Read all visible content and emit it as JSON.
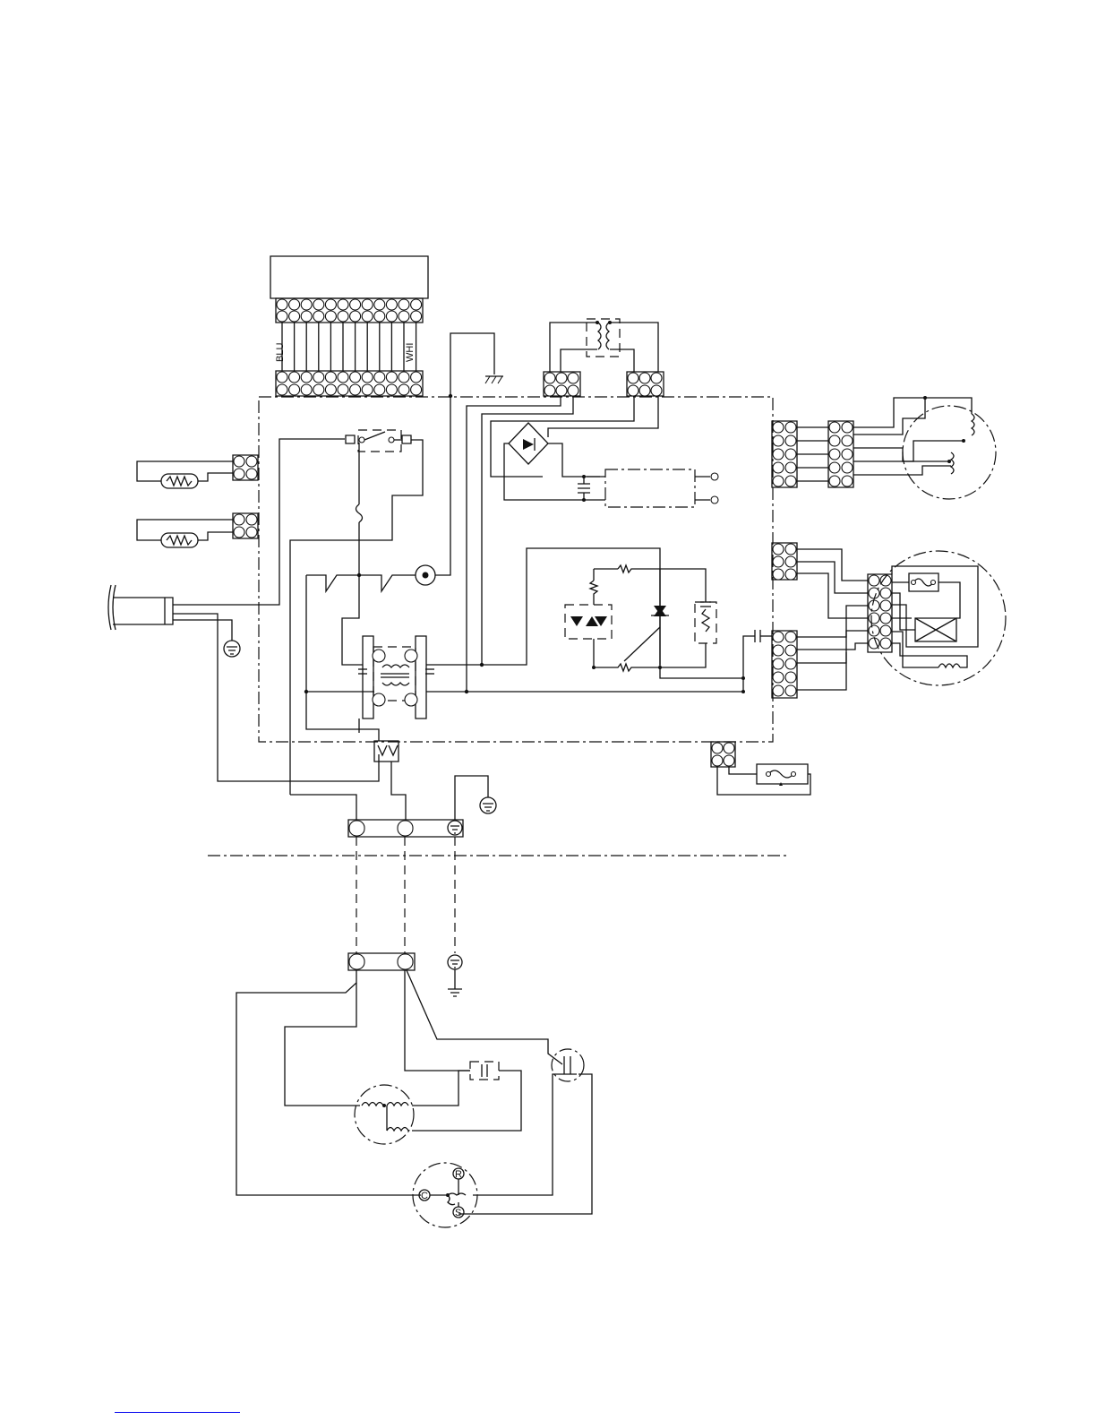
{
  "labels": {
    "wire_blu": "BLU",
    "wire_whi": "WHI",
    "compressor_terminal_c": "C",
    "compressor_terminal_r": "R",
    "compressor_terminal_s": "S"
  },
  "colors": {
    "line": "#111111",
    "background": "#ffffff",
    "link_underline": "#0000ee"
  }
}
